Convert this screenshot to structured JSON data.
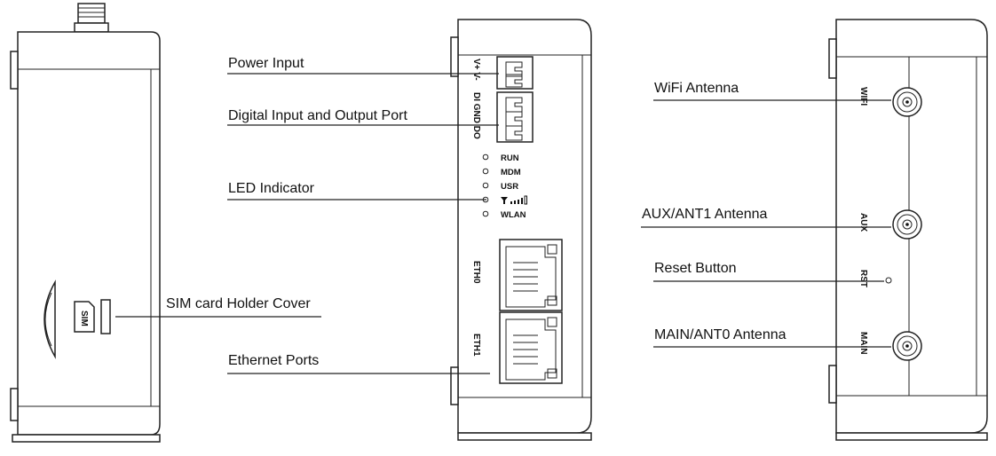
{
  "labels": {
    "power_input": "Power Input",
    "dio_port": "Digital Input and Output Port",
    "led_indicator": "LED  Indicator",
    "sim_cover": "SIM card Holder Cover",
    "ethernet_ports": "Ethernet Ports",
    "wifi_antenna": "WiFi Antenna",
    "aux_antenna": "AUX/ANT1  Antenna",
    "reset_button": "Reset Button",
    "main_antenna": "MAIN/ANT0 Antenna"
  },
  "device_marks": {
    "power_terminal": "V+ V-",
    "dio_terminal": "DI GND DO",
    "led_run": "RUN",
    "led_mdm": "MDM",
    "led_usr": "USR",
    "led_wlan": "WLAN",
    "eth0": "ETH0",
    "eth1": "ETH1",
    "sim_icon": "SIM",
    "wifi_port": "WIFI",
    "aux_port": "AUX",
    "rst_port": "RST",
    "main_port": "MAIN"
  }
}
